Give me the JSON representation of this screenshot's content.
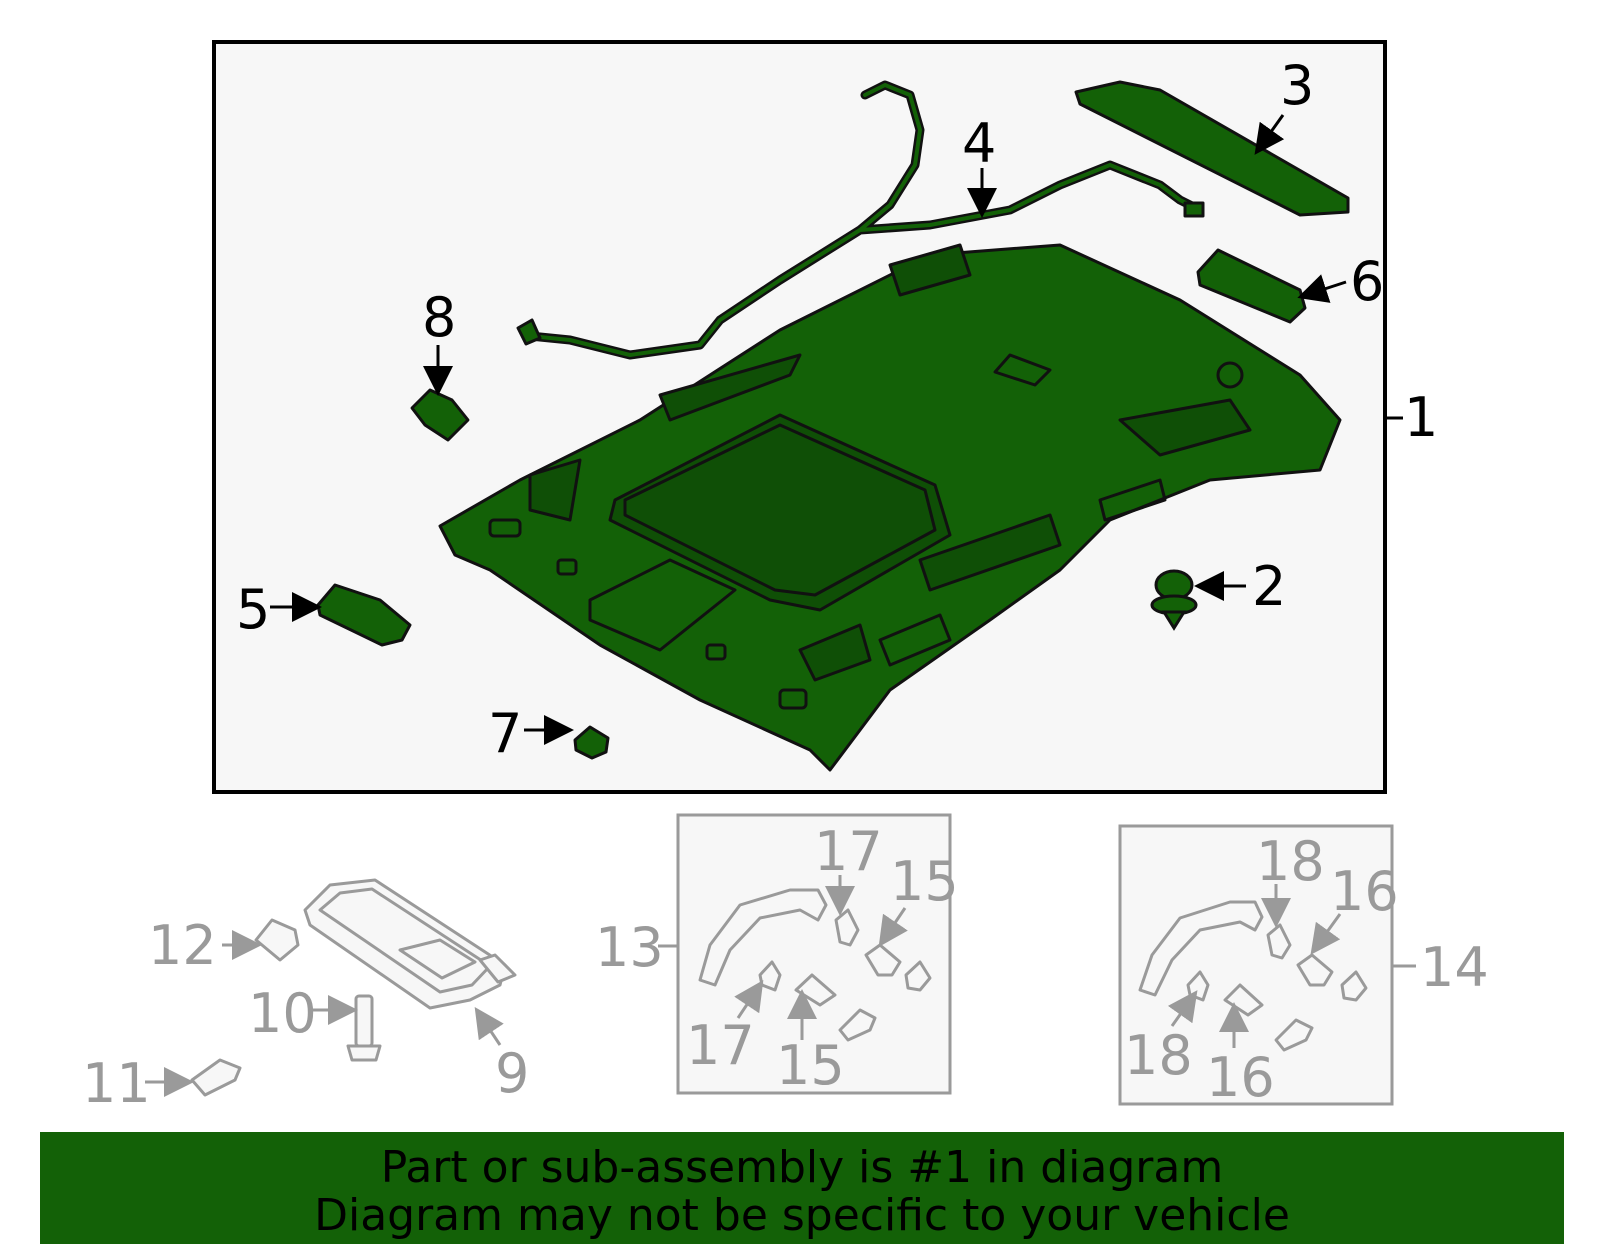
{
  "colors": {
    "part_fill": "#136107",
    "part_stroke": "#111111",
    "main_frame_bg": "#f7f7f7",
    "secondary_parts": "#9a9a9a",
    "banner_bg": "#136107",
    "banner_text": "#000000"
  },
  "callouts": {
    "c1": "1",
    "c2": "2",
    "c3": "3",
    "c4": "4",
    "c5": "5",
    "c6": "6",
    "c7": "7",
    "c8": "8",
    "c9": "9",
    "c10": "10",
    "c11": "11",
    "c12": "12",
    "c13": "13",
    "c14": "14",
    "c15a": "15",
    "c15b": "15",
    "c16a": "16",
    "c16b": "16",
    "c17a": "17",
    "c17b": "17",
    "c18a": "18",
    "c18b": "18"
  },
  "banner": {
    "line1": "Part or sub-assembly is #1 in diagram",
    "line2": "Diagram may not be specific to your vehicle"
  }
}
